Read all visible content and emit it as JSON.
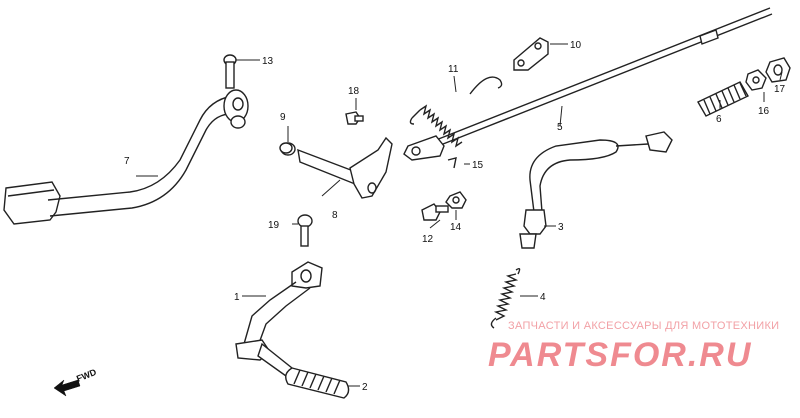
{
  "callouts": [
    {
      "id": "1",
      "label": "1"
    },
    {
      "id": "2",
      "label": "2"
    },
    {
      "id": "3",
      "label": "3"
    },
    {
      "id": "4",
      "label": "4"
    },
    {
      "id": "5",
      "label": "5"
    },
    {
      "id": "6",
      "label": "6"
    },
    {
      "id": "7",
      "label": "7"
    },
    {
      "id": "8",
      "label": "8"
    },
    {
      "id": "9",
      "label": "9"
    },
    {
      "id": "10",
      "label": "10"
    },
    {
      "id": "11",
      "label": "11"
    },
    {
      "id": "12",
      "label": "12"
    },
    {
      "id": "13",
      "label": "13"
    },
    {
      "id": "14",
      "label": "14"
    },
    {
      "id": "15",
      "label": "15"
    },
    {
      "id": "16",
      "label": "16"
    },
    {
      "id": "17",
      "label": "17"
    },
    {
      "id": "18",
      "label": "18"
    },
    {
      "id": "19",
      "label": "19"
    }
  ],
  "direction_marker": {
    "label": "FWD",
    "icon": "fwd-arrow-icon"
  },
  "watermark": {
    "caption": "ЗАПЧАСТИ И АКСЕССУАРЫ ДЛЯ МОТОТЕХНИКИ",
    "brand": "PARTSFOR.RU"
  },
  "colors": {
    "line": "#222222",
    "watermark": "#ef8a90",
    "background": "#ffffff"
  }
}
